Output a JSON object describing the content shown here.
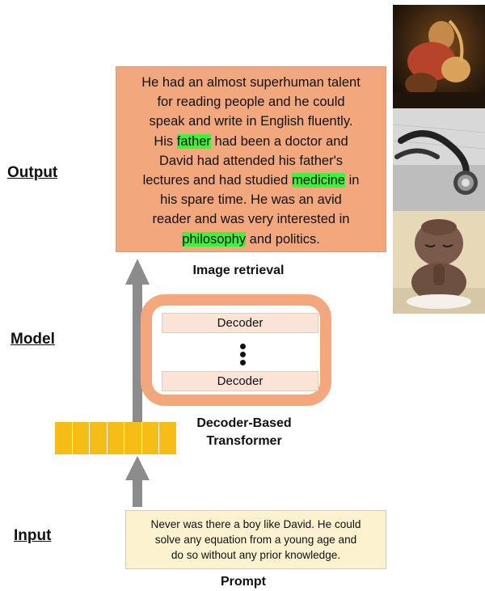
{
  "labels": {
    "output": "Output",
    "model": "Model",
    "input": "Input"
  },
  "output_text": {
    "lines": [
      [
        {
          "t": "He had an almost superhuman talent"
        }
      ],
      [
        {
          "t": "for reading people and he could"
        }
      ],
      [
        {
          "t": "speak and write in English fluently."
        }
      ],
      [
        {
          "t": "His "
        },
        {
          "t": "father",
          "hl": true
        },
        {
          "t": " had been a doctor and"
        }
      ],
      [
        {
          "t": "David had attended  his father's"
        }
      ],
      [
        {
          "t": "lectures and had studied "
        },
        {
          "t": "medicine",
          "hl": true
        },
        {
          "t": " in"
        }
      ],
      [
        {
          "t": "his spare time. He was an avid"
        }
      ],
      [
        {
          "t": "reader and was very interested in"
        }
      ],
      [
        {
          "t": "philosophy",
          "hl": true
        },
        {
          "t": "  and politics."
        }
      ]
    ]
  },
  "captions": {
    "image_retrieval": "Image retrieval",
    "model_name_line1": "Decoder-Based",
    "model_name_line2": "Transformer",
    "prompt": "Prompt"
  },
  "model": {
    "decoder_top": "Decoder",
    "decoder_bottom": "Decoder"
  },
  "prompt_text": {
    "line1": "Never was there a boy like David.  He could",
    "line2": "solve any equation  from a young age and",
    "line3": "do so without any prior knowledge."
  },
  "retrieved_images": [
    {
      "name": "painting-image"
    },
    {
      "name": "stethoscope-image"
    },
    {
      "name": "buddha-figurine-image"
    }
  ],
  "colors": {
    "output_box": "#f2a77c",
    "highlight": "#3ff33a",
    "model_frame": "#f2a77c",
    "decoder_fill": "#fbe3d6",
    "token_cells": "#f6bd16",
    "prompt_box": "#fdf2d0",
    "arrows": "#8c8c8c"
  }
}
